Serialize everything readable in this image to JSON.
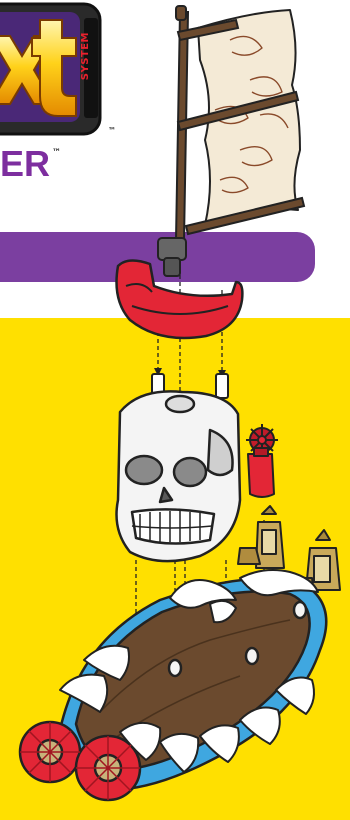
{
  "header": {
    "logo": {
      "letters": "xt",
      "side_text": "SYSTEM",
      "tm": "™"
    },
    "brand_word_visible": "ER",
    "brand_tm": "™"
  },
  "colors": {
    "purple": "#7b3fa0",
    "yellow_panel": "#ffe000",
    "red_parts": "#e32636",
    "skull_white": "#f4f4f4",
    "hull_brown": "#6b4a2e",
    "hull_blue": "#3fa7e0",
    "sail_cream": "#f4ead6"
  },
  "illustration": {
    "parts": [
      "mast-with-sail",
      "mast-connector",
      "red-railing",
      "skull-figurehead",
      "red-lantern-wheel",
      "ship-hull",
      "gold-lanterns",
      "red-wheels"
    ]
  }
}
